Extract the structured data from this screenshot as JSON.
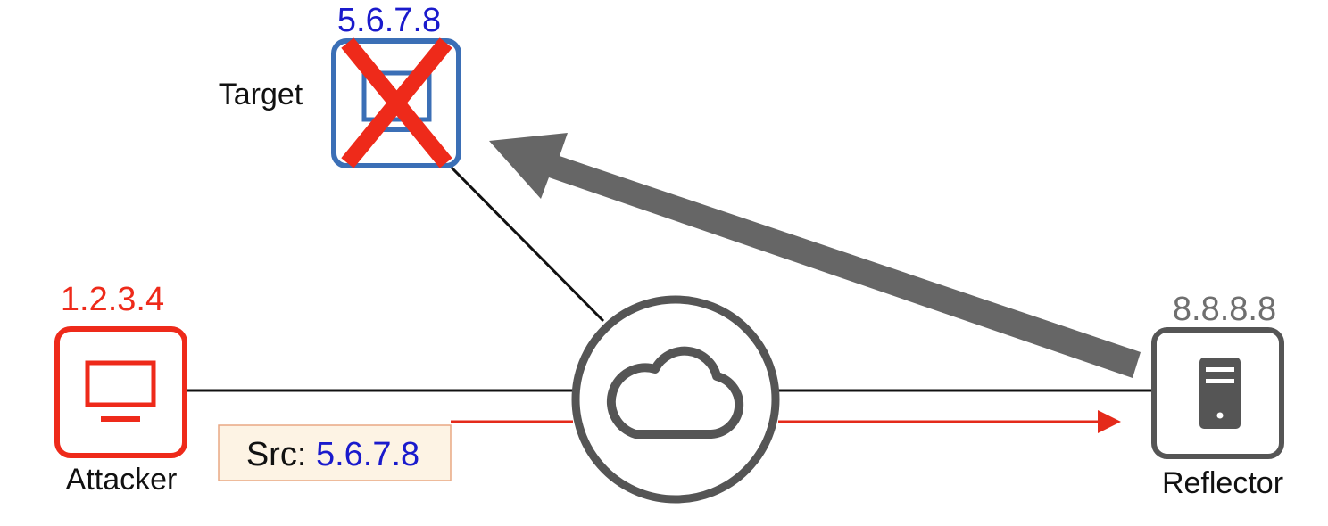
{
  "nodes": {
    "target": {
      "label": "Target",
      "ip": "5.6.7.8",
      "ip_color": "#1a1acc",
      "box_color": "#3b6fb6",
      "status": "down"
    },
    "attacker": {
      "label": "Attacker",
      "ip": "1.2.3.4",
      "ip_color": "#ee2a1a",
      "box_color": "#ee2a1a"
    },
    "reflector": {
      "label": "Reflector",
      "ip": "8.8.8.8",
      "ip_color": "#6f6f6f",
      "box_color": "#555555"
    },
    "internet": {
      "icon": "cloud-icon",
      "color": "#555555"
    }
  },
  "packet": {
    "prefix": "Src: ",
    "src_ip": "5.6.7.8",
    "prefix_color": "#111111",
    "ip_color": "#1a1acc",
    "background": "#fdf3e4",
    "border_color": "#e9a883"
  },
  "colors": {
    "link": "#111111",
    "request_arrow": "#e42a1a",
    "response_arrow": "#666666",
    "target_cross": "#ee2a1a"
  }
}
